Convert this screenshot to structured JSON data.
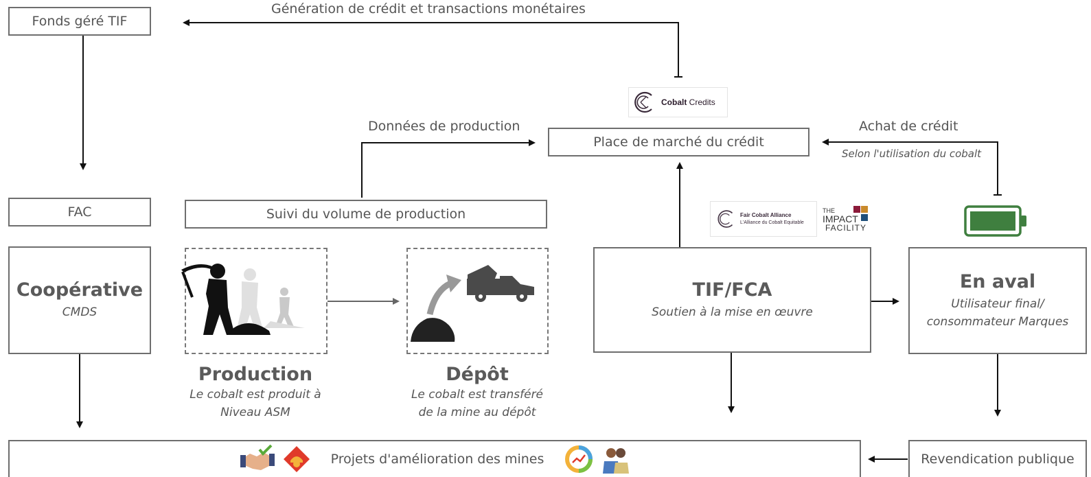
{
  "top_arrow_label": "Génération de crédit et transactions monétaires",
  "fonds_box": "Fonds géré TIF",
  "fac_box": "FAC",
  "cooperative": {
    "title": "Coopérative",
    "subtitle": "CMDS"
  },
  "suivi_box": "Suivi du volume de production",
  "donnees_label": "Données de production",
  "marketplace_box": "Place de marché du crédit",
  "achat_label": "Achat de crédit",
  "achat_sub": "Selon l'utilisation du cobalt",
  "cobalt_logo": {
    "bold": "Cobalt",
    "rest": " Credits"
  },
  "fca_logo": {
    "line1": "Fair Cobalt Alliance",
    "line2": "L'Alliance du Cobalt Equitable"
  },
  "impact_logo": {
    "line1": "THE",
    "line2": "IMPACT",
    "line3": "FACILITY"
  },
  "production": {
    "title": "Production",
    "line1": "Le cobalt est produit à",
    "line2": "Niveau ASM"
  },
  "depot": {
    "title": "Dépôt",
    "line1": "Le cobalt est transféré",
    "line2": "de la mine au dépôt"
  },
  "tif": {
    "title": "TIF/FCA",
    "subtitle": "Soutien à la mise en œuvre"
  },
  "aval": {
    "title": "En aval",
    "line1": "Utilisateur final/",
    "line2": "consommateur Marques"
  },
  "projets_box": "Projets d'amélioration des mines",
  "revendication_box": "Revendication publique",
  "colors": {
    "battery": "#3f7f3f",
    "arrow": "#111111",
    "border": "#6e6e6e"
  }
}
